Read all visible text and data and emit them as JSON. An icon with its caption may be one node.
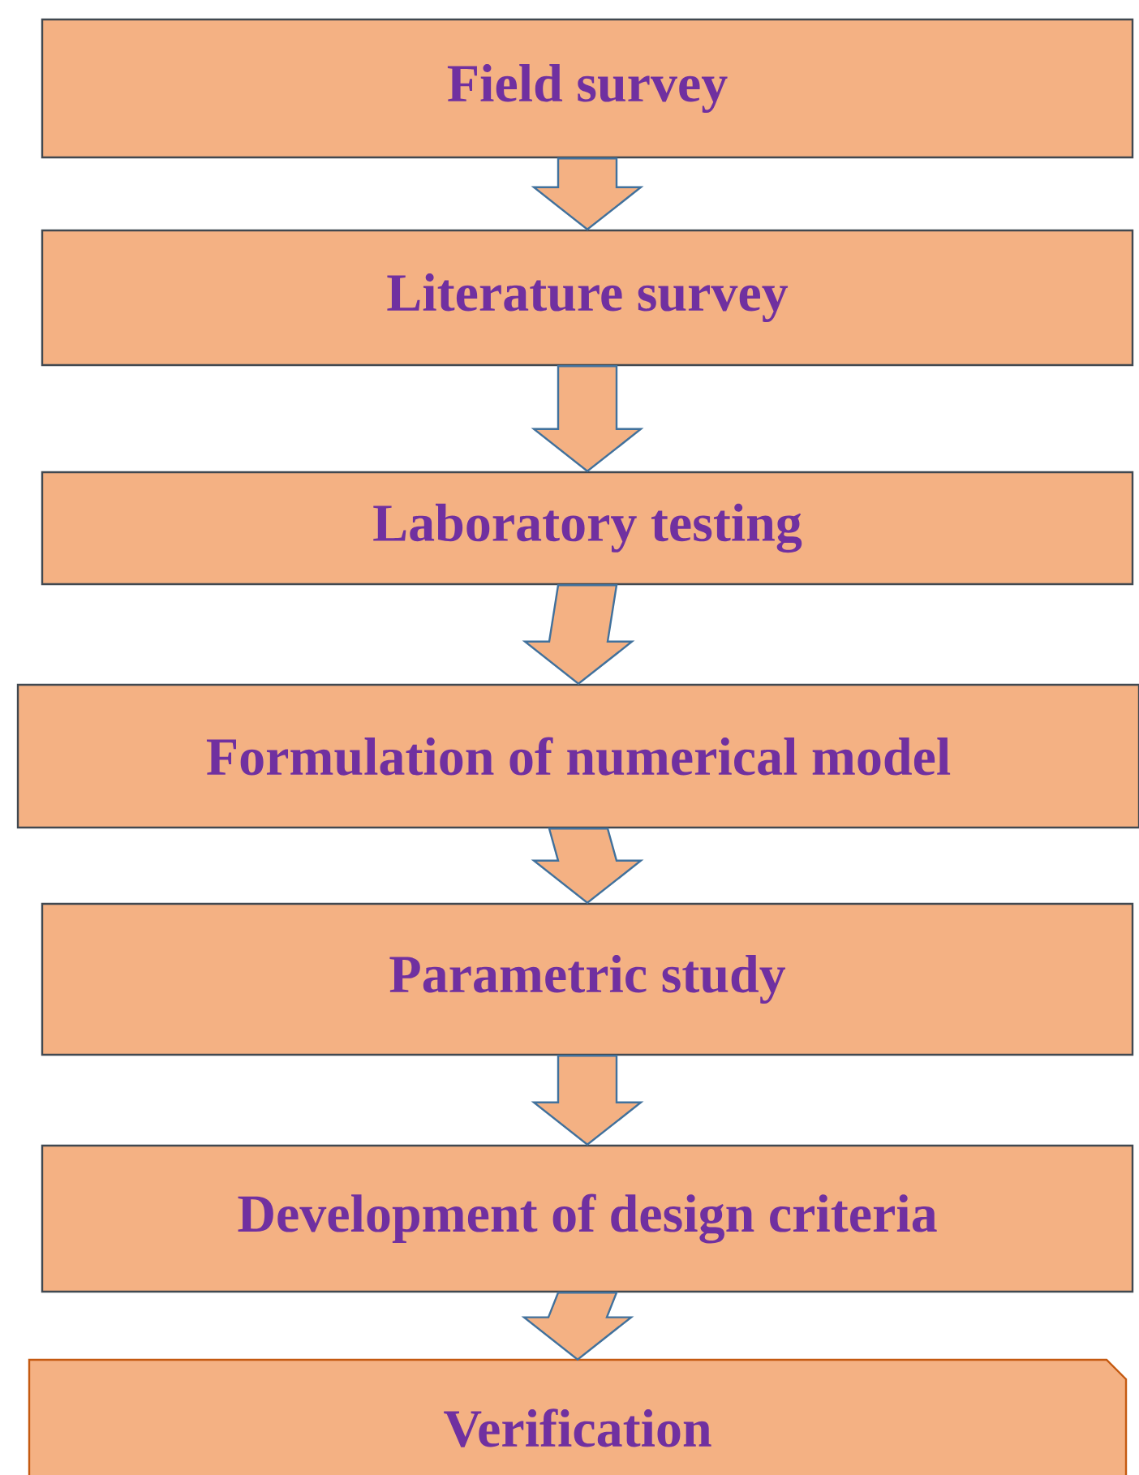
{
  "diagram": {
    "nodes": [
      {
        "text": [
          "Field survey"
        ]
      },
      {
        "text": [
          "Literature survey"
        ]
      },
      {
        "text": [
          "Laboratory testing"
        ]
      },
      {
        "text": [
          "Formulation of numerical model"
        ]
      },
      {
        "text": [
          "Parametric study"
        ]
      },
      {
        "text": [
          "Development of design criteria"
        ]
      },
      {
        "text": [
          "Verification"
        ]
      }
    ],
    "edges": [
      {
        "from": 0,
        "to": 1,
        "arrow": "to"
      },
      {
        "from": 1,
        "to": 2,
        "arrow": "to"
      },
      {
        "from": 2,
        "to": 3,
        "arrow": "to"
      },
      {
        "from": 3,
        "to": 4,
        "arrow": "to"
      },
      {
        "from": 4,
        "to": 5,
        "arrow": "to"
      },
      {
        "from": 5,
        "to": 6,
        "arrow": "to"
      }
    ]
  }
}
